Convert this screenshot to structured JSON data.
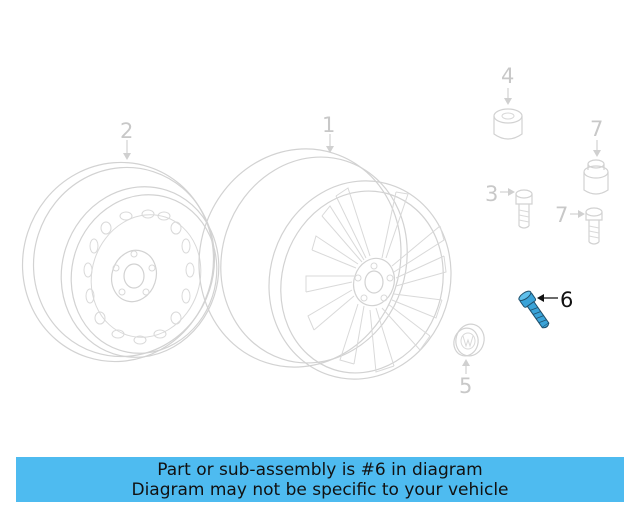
{
  "callouts": {
    "c1": "1",
    "c2": "2",
    "c3": "3",
    "c4": "4",
    "c5": "5",
    "c6": "6",
    "c7a": "7",
    "c7b": "7"
  },
  "banner": {
    "line1": "Part or sub-assembly is #6 in diagram",
    "line2": "Diagram may not be specific to your vehicle"
  },
  "colors": {
    "highlight_part": "#3aa3d8",
    "banner_bg": "#4ebbf0",
    "drawing_lines": "#d2d2d2"
  }
}
